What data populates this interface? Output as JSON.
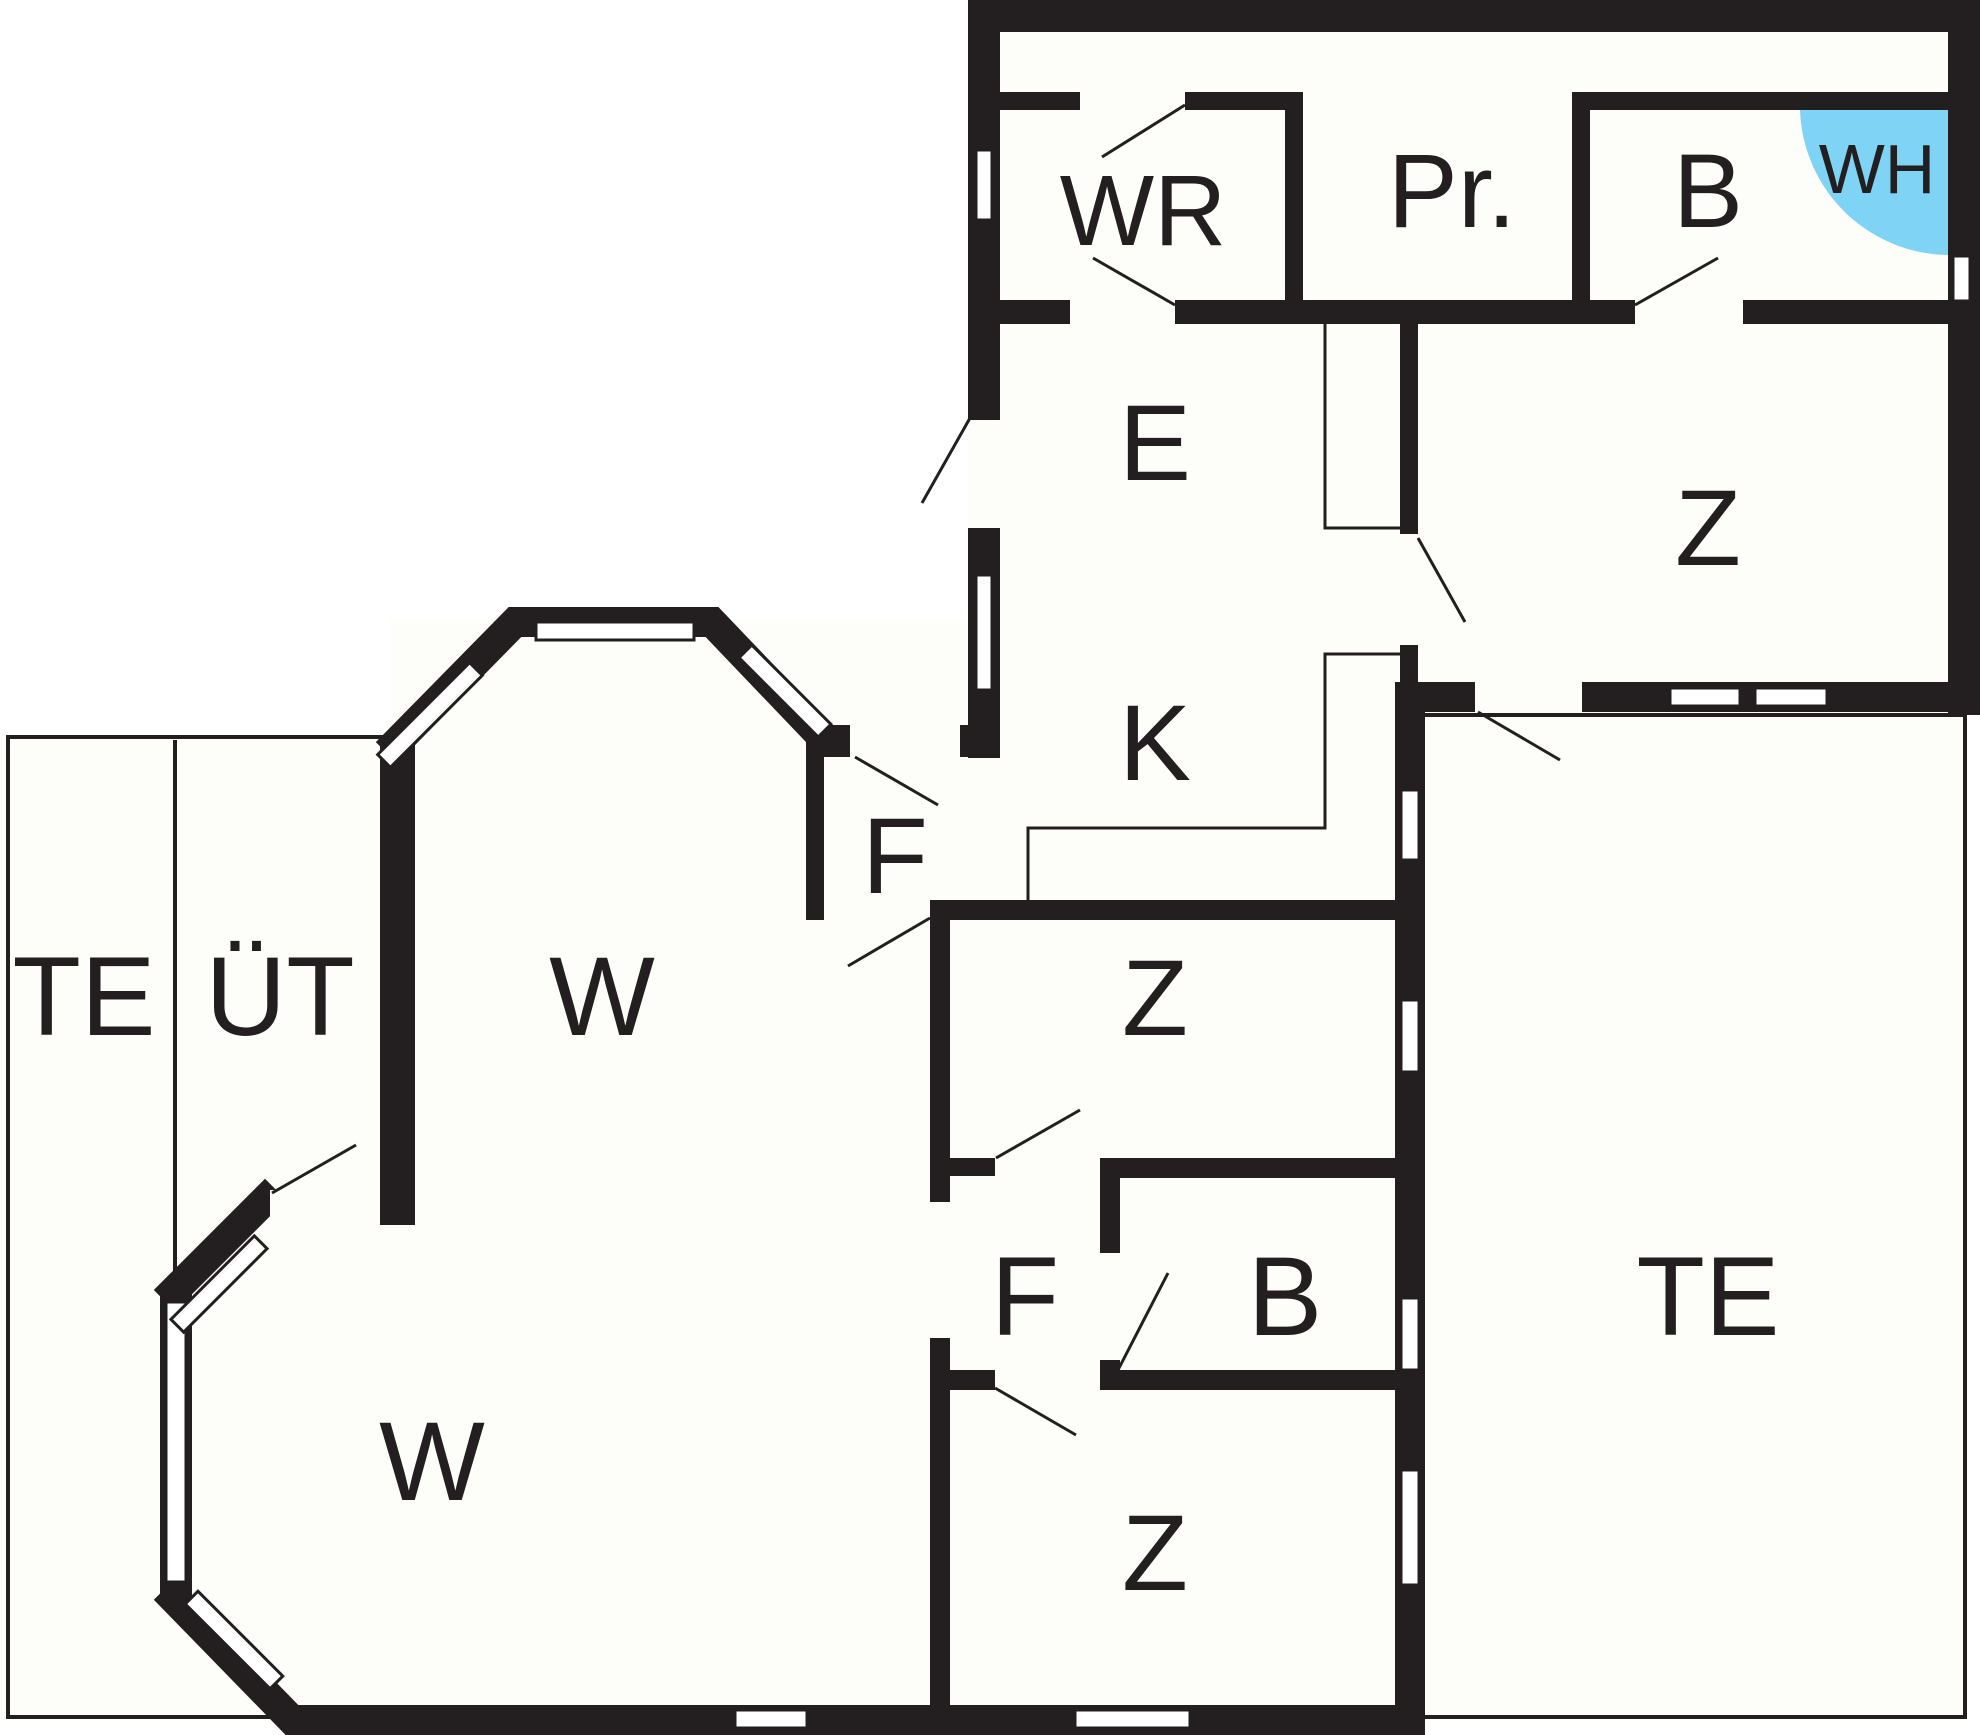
{
  "floor_plan": {
    "rooms": [
      {
        "id": "wr",
        "label": "WR"
      },
      {
        "id": "pr",
        "label": "Pr."
      },
      {
        "id": "b-top",
        "label": "B"
      },
      {
        "id": "wh",
        "label": "WH"
      },
      {
        "id": "e",
        "label": "E"
      },
      {
        "id": "z-top",
        "label": "Z"
      },
      {
        "id": "k",
        "label": "K"
      },
      {
        "id": "f-upper",
        "label": "F"
      },
      {
        "id": "w-upper",
        "label": "W"
      },
      {
        "id": "te-left",
        "label": "TE"
      },
      {
        "id": "ut",
        "label": "ÜT"
      },
      {
        "id": "z-mid",
        "label": "Z"
      },
      {
        "id": "f-lower",
        "label": "F"
      },
      {
        "id": "b-lower",
        "label": "B"
      },
      {
        "id": "w-lower",
        "label": "W"
      },
      {
        "id": "z-bottom",
        "label": "Z"
      },
      {
        "id": "te-right",
        "label": "TE"
      }
    ],
    "colors": {
      "wall": "#231f20",
      "floor": "#fdfdf9",
      "water_heater": "#7fd3f4"
    }
  }
}
